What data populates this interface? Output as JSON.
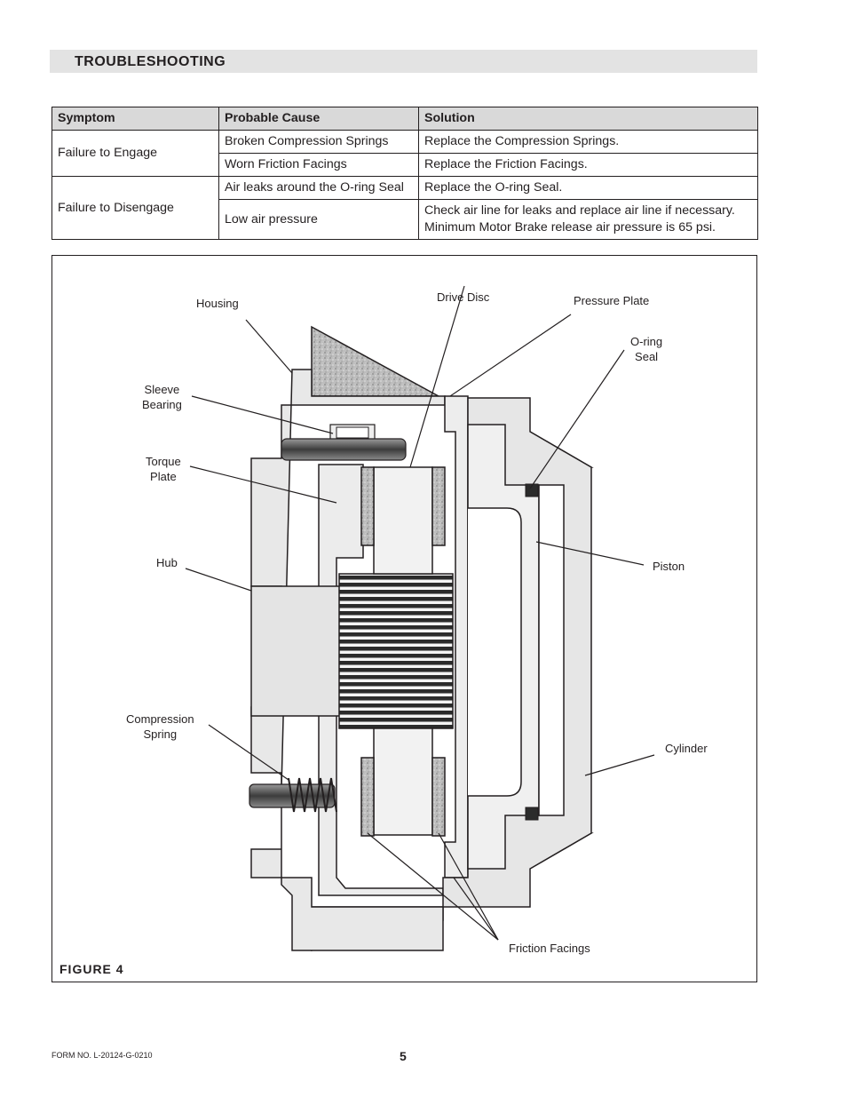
{
  "section": {
    "title": "TROUBLESHOOTING"
  },
  "table": {
    "headers": [
      "Symptom",
      "Probable Cause",
      "Solution"
    ],
    "groups": [
      {
        "symptom": "Failure to Engage",
        "rows": [
          {
            "cause": "Broken Compression Springs",
            "solution": "Replace the Compression Springs."
          },
          {
            "cause": "Worn Friction Facings",
            "solution": "Replace the Friction Facings."
          }
        ]
      },
      {
        "symptom": "Failure to Disengage",
        "rows": [
          {
            "cause": "Air leaks around the O-ring Seal",
            "solution": "Replace the O-ring Seal."
          },
          {
            "cause": "Low air pressure",
            "solution": "Check air line for leaks and replace air line if necessary. Minimum Motor Brake release air pressure is 65 psi."
          }
        ]
      }
    ]
  },
  "figure": {
    "label": "FIGURE  4",
    "callouts": {
      "housing": "Housing",
      "drive_disc": "Drive Disc",
      "pressure_plate": "Pressure Plate",
      "oring_seal": "O-ring\nSeal",
      "sleeve_bearing": "Sleeve\nBearing",
      "torque_plate": "Torque\nPlate",
      "hub": "Hub",
      "piston": "Piston",
      "compression_spring": "Compression\nSpring",
      "cylinder": "Cylinder",
      "friction_facings": "Friction Facings"
    },
    "colors": {
      "part_fill": "#e6e6e6",
      "speckle_fill": "#b9b9b9",
      "shaft_fill": "#5a5a5a",
      "outline": "#231f20"
    }
  },
  "footer": {
    "form_no": "FORM NO. L-20124-G-0210",
    "page": "5"
  }
}
